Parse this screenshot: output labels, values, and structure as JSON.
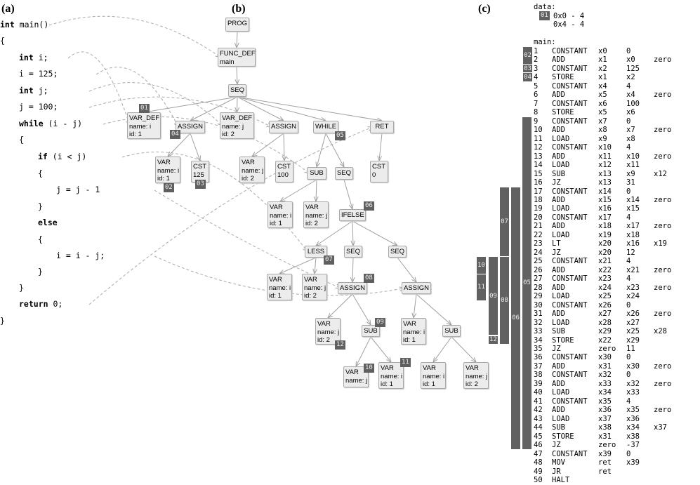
{
  "labels": {
    "a": "(a)",
    "b": "(b)",
    "c": "(c)"
  },
  "code": [
    {
      "kw": "int",
      "rest": " main()",
      "indent": 0
    },
    {
      "kw": "",
      "rest": "{",
      "indent": 0
    },
    {
      "kw": "int",
      "rest": " i;",
      "indent": 1
    },
    {
      "kw": "",
      "rest": "i = 125;",
      "indent": 1
    },
    {
      "kw": "int",
      "rest": " j;",
      "indent": 1
    },
    {
      "kw": "",
      "rest": "j = 100;",
      "indent": 1
    },
    {
      "kw": "while",
      "rest": " (i - j)",
      "indent": 1
    },
    {
      "kw": "",
      "rest": "{",
      "indent": 1
    },
    {
      "kw": "if",
      "rest": " (i < j)",
      "indent": 2
    },
    {
      "kw": "",
      "rest": "{",
      "indent": 2
    },
    {
      "kw": "",
      "rest": "j = j - 1",
      "indent": 3
    },
    {
      "kw": "",
      "rest": "}",
      "indent": 2
    },
    {
      "kw": "else",
      "rest": "",
      "indent": 2
    },
    {
      "kw": "",
      "rest": "{",
      "indent": 2
    },
    {
      "kw": "",
      "rest": "i = i - j;",
      "indent": 3
    },
    {
      "kw": "",
      "rest": "}",
      "indent": 2
    },
    {
      "kw": "",
      "rest": "}",
      "indent": 1
    },
    {
      "kw": "return",
      "rest": " 0;",
      "indent": 1
    },
    {
      "kw": "",
      "rest": "}",
      "indent": 0
    }
  ],
  "nodes": [
    {
      "id": "prog",
      "text": "PROG"
    },
    {
      "id": "func",
      "text": "FUNC_DEF\nmain"
    },
    {
      "id": "seq0",
      "text": "SEQ"
    },
    {
      "id": "vdi",
      "text": "VAR_DEF\nname: i\nid: 1",
      "badge": "01"
    },
    {
      "id": "as1",
      "text": "ASSIGN",
      "badge": "04"
    },
    {
      "id": "vdj",
      "text": "VAR_DEF\nname: j\nid: 2"
    },
    {
      "id": "as2",
      "text": "ASSIGN"
    },
    {
      "id": "while",
      "text": "WHILE",
      "badge": "05"
    },
    {
      "id": "ret",
      "text": "RET"
    },
    {
      "id": "v1",
      "text": "VAR\nname: i\nid: 1",
      "badge": "02"
    },
    {
      "id": "c125",
      "text": "CST\n125",
      "badge": "03"
    },
    {
      "id": "v2",
      "text": "VAR\nname: j\nid: 2"
    },
    {
      "id": "c100",
      "text": "CST\n100"
    },
    {
      "id": "sub1",
      "text": "SUB"
    },
    {
      "id": "seq1",
      "text": "SEQ"
    },
    {
      "id": "c0",
      "text": "CST\n0"
    },
    {
      "id": "v3",
      "text": "VAR\nname: i\nid: 1"
    },
    {
      "id": "v4",
      "text": "VAR\nname: j\nid: 2"
    },
    {
      "id": "ifelse",
      "text": "IFELSE",
      "badge": "06"
    },
    {
      "id": "less",
      "text": "LESS",
      "badge": "07"
    },
    {
      "id": "seq2",
      "text": "SEQ"
    },
    {
      "id": "seq3",
      "text": "SEQ"
    },
    {
      "id": "v5",
      "text": "VAR\nname: i\nid: 1"
    },
    {
      "id": "v6",
      "text": "VAR\nname: j\nid: 2"
    },
    {
      "id": "as3",
      "text": "ASSIGN",
      "badge": "08"
    },
    {
      "id": "as4",
      "text": "ASSIGN"
    },
    {
      "id": "v7",
      "text": "VAR\nname: j\nid: 2",
      "badge": "12"
    },
    {
      "id": "sub2",
      "text": "SUB",
      "badge": "09"
    },
    {
      "id": "v8",
      "text": "VAR\nname: i\nid: 1"
    },
    {
      "id": "sub3",
      "text": "SUB"
    },
    {
      "id": "v9",
      "text": "VAR\nname: j",
      "badge": "10"
    },
    {
      "id": "v10",
      "text": "VAR\nname: i\nid: 1",
      "badge": "11"
    },
    {
      "id": "v11",
      "text": "VAR\nname: i\nid: 1"
    },
    {
      "id": "v12",
      "text": "VAR\nname: j\nid: 2"
    }
  ],
  "edges": [
    [
      "prog",
      "func"
    ],
    [
      "func",
      "seq0"
    ],
    [
      "seq0",
      "vdi"
    ],
    [
      "seq0",
      "as1"
    ],
    [
      "seq0",
      "vdj"
    ],
    [
      "seq0",
      "as2"
    ],
    [
      "seq0",
      "while"
    ],
    [
      "seq0",
      "ret"
    ],
    [
      "as1",
      "v1"
    ],
    [
      "as1",
      "c125"
    ],
    [
      "as2",
      "v2"
    ],
    [
      "as2",
      "c100"
    ],
    [
      "while",
      "sub1"
    ],
    [
      "while",
      "seq1"
    ],
    [
      "ret",
      "c0"
    ],
    [
      "sub1",
      "v3"
    ],
    [
      "sub1",
      "v4"
    ],
    [
      "seq1",
      "ifelse"
    ],
    [
      "ifelse",
      "less"
    ],
    [
      "ifelse",
      "seq2"
    ],
    [
      "ifelse",
      "seq3"
    ],
    [
      "less",
      "v5"
    ],
    [
      "less",
      "v6"
    ],
    [
      "seq2",
      "as3"
    ],
    [
      "seq3",
      "as4"
    ],
    [
      "as3",
      "v7"
    ],
    [
      "as3",
      "sub2"
    ],
    [
      "as4",
      "v8"
    ],
    [
      "as4",
      "sub3"
    ],
    [
      "sub2",
      "v9"
    ],
    [
      "sub2",
      "v10"
    ],
    [
      "sub3",
      "v11"
    ],
    [
      "sub3",
      "v12"
    ]
  ],
  "mappings": [
    [
      0,
      "func"
    ],
    [
      2,
      "vdi"
    ],
    [
      3,
      "as1"
    ],
    [
      4,
      "vdj"
    ],
    [
      5,
      "as2"
    ],
    [
      6,
      "sub1"
    ],
    [
      8,
      "less"
    ],
    [
      10,
      "as3"
    ],
    [
      14,
      "as4"
    ],
    [
      17,
      "ret"
    ]
  ],
  "data_section": {
    "title": "data:",
    "rows": [
      "0x0 - 4",
      "0x4 - 4"
    ],
    "badge": "01"
  },
  "main_title": "main:",
  "asm": [
    [
      "1",
      "CONSTANT",
      "x0",
      "0",
      ""
    ],
    [
      "2",
      "ADD",
      "x1",
      "x0",
      "zero"
    ],
    [
      "3",
      "CONSTANT",
      "x2",
      "125",
      ""
    ],
    [
      "4",
      "STORE",
      "x1",
      "x2",
      ""
    ],
    [
      "5",
      "CONSTANT",
      "x4",
      "4",
      ""
    ],
    [
      "6",
      "ADD",
      "x5",
      "x4",
      "zero"
    ],
    [
      "7",
      "CONSTANT",
      "x6",
      "100",
      ""
    ],
    [
      "8",
      "STORE",
      "x5",
      "x6",
      ""
    ],
    [
      "9",
      "CONSTANT",
      "x7",
      "0",
      ""
    ],
    [
      "10",
      "ADD",
      "x8",
      "x7",
      "zero"
    ],
    [
      "11",
      "LOAD",
      "x9",
      "x8",
      ""
    ],
    [
      "12",
      "CONSTANT",
      "x10",
      "4",
      ""
    ],
    [
      "13",
      "ADD",
      "x11",
      "x10",
      "zero"
    ],
    [
      "14",
      "LOAD",
      "x12",
      "x11",
      ""
    ],
    [
      "15",
      "SUB",
      "x13",
      "x9",
      "x12"
    ],
    [
      "16",
      "JZ",
      "x13",
      "31",
      ""
    ],
    [
      "17",
      "CONSTANT",
      "x14",
      "0",
      ""
    ],
    [
      "18",
      "ADD",
      "x15",
      "x14",
      "zero"
    ],
    [
      "19",
      "LOAD",
      "x16",
      "x15",
      ""
    ],
    [
      "20",
      "CONSTANT",
      "x17",
      "4",
      ""
    ],
    [
      "21",
      "ADD",
      "x18",
      "x17",
      "zero"
    ],
    [
      "22",
      "LOAD",
      "x19",
      "x18",
      ""
    ],
    [
      "23",
      "LT",
      "x20",
      "x16",
      "x19"
    ],
    [
      "24",
      "JZ",
      "x20",
      "12",
      ""
    ],
    [
      "25",
      "CONSTANT",
      "x21",
      "4",
      ""
    ],
    [
      "26",
      "ADD",
      "x22",
      "x21",
      "zero"
    ],
    [
      "27",
      "CONSTANT",
      "x23",
      "4",
      ""
    ],
    [
      "28",
      "ADD",
      "x24",
      "x23",
      "zero"
    ],
    [
      "29",
      "LOAD",
      "x25",
      "x24",
      ""
    ],
    [
      "30",
      "CONSTANT",
      "x26",
      "0",
      ""
    ],
    [
      "31",
      "ADD",
      "x27",
      "x26",
      "zero"
    ],
    [
      "32",
      "LOAD",
      "x28",
      "x27",
      ""
    ],
    [
      "33",
      "SUB",
      "x29",
      "x25",
      "x28"
    ],
    [
      "34",
      "STORE",
      "x22",
      "x29",
      ""
    ],
    [
      "35",
      "JZ",
      "zero",
      "11",
      ""
    ],
    [
      "36",
      "CONSTANT",
      "x30",
      "0",
      ""
    ],
    [
      "37",
      "ADD",
      "x31",
      "x30",
      "zero"
    ],
    [
      "38",
      "CONSTANT",
      "x32",
      "0",
      ""
    ],
    [
      "39",
      "ADD",
      "x33",
      "x32",
      "zero"
    ],
    [
      "40",
      "LOAD",
      "x34",
      "x33",
      ""
    ],
    [
      "41",
      "CONSTANT",
      "x35",
      "4",
      ""
    ],
    [
      "42",
      "ADD",
      "x36",
      "x35",
      "zero"
    ],
    [
      "43",
      "LOAD",
      "x37",
      "x36",
      ""
    ],
    [
      "44",
      "SUB",
      "x38",
      "x34",
      "x37"
    ],
    [
      "45",
      "STORE",
      "x31",
      "x38",
      ""
    ],
    [
      "46",
      "JZ",
      "zero",
      "-37",
      ""
    ],
    [
      "47",
      "CONSTANT",
      "x39",
      "0",
      ""
    ],
    [
      "48",
      "MOV",
      "ret",
      "x39",
      ""
    ],
    [
      "49",
      "JR",
      "ret",
      "",
      ""
    ],
    [
      "50",
      "HALT",
      "",
      "",
      ""
    ]
  ],
  "spans": [
    {
      "label": "02",
      "from": 1,
      "to": 2
    },
    {
      "label": "03",
      "from": 3,
      "to": 3
    },
    {
      "label": "04",
      "from": 4,
      "to": 4
    },
    {
      "label": "05",
      "from": 9,
      "to": 46
    },
    {
      "label": "06",
      "from": 17,
      "to": 46
    },
    {
      "label": "07",
      "from": 17,
      "to": 24
    },
    {
      "label": "08",
      "from": 25,
      "to": 34
    },
    {
      "label": "09",
      "from": 25,
      "to": 33
    },
    {
      "label": "10",
      "from": 25,
      "to": 26
    },
    {
      "label": "11",
      "from": 27,
      "to": 29
    },
    {
      "label": "12",
      "from": 34,
      "to": 34
    }
  ],
  "colors": {
    "node_fill": "#ececec",
    "badge": "#606060",
    "edge": "#a0a0a0"
  }
}
